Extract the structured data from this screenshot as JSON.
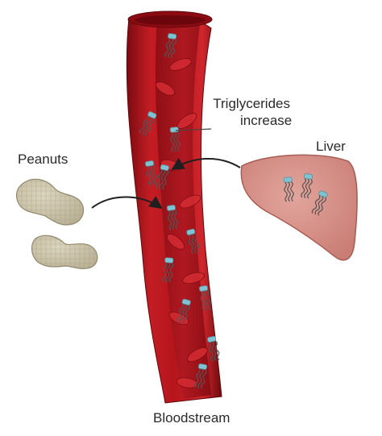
{
  "labels": {
    "peanuts": "Peanuts",
    "liver": "Liver",
    "triglycerides_line1": "Triglycerides",
    "triglycerides_line2": "increase",
    "bloodstream": "Bloodstream"
  },
  "colors": {
    "vessel_outer": "#c41d24",
    "vessel_dark": "#8e0f15",
    "vessel_inner": "#a81219",
    "liver_fill": "#d9958d",
    "liver_edge": "#a65d55",
    "peanut_fill": "#cfc7ad",
    "peanut_edge": "#8f876c",
    "molecule_head": "#7fc3d2",
    "molecule_tail": "#f4f4f4",
    "arrow": "#1f1f1f"
  },
  "icons": {
    "molecule": "triglyceride-molecule-icon",
    "peanut": "peanut-icon",
    "liver": "liver-organ",
    "vessel": "blood-vessel"
  }
}
